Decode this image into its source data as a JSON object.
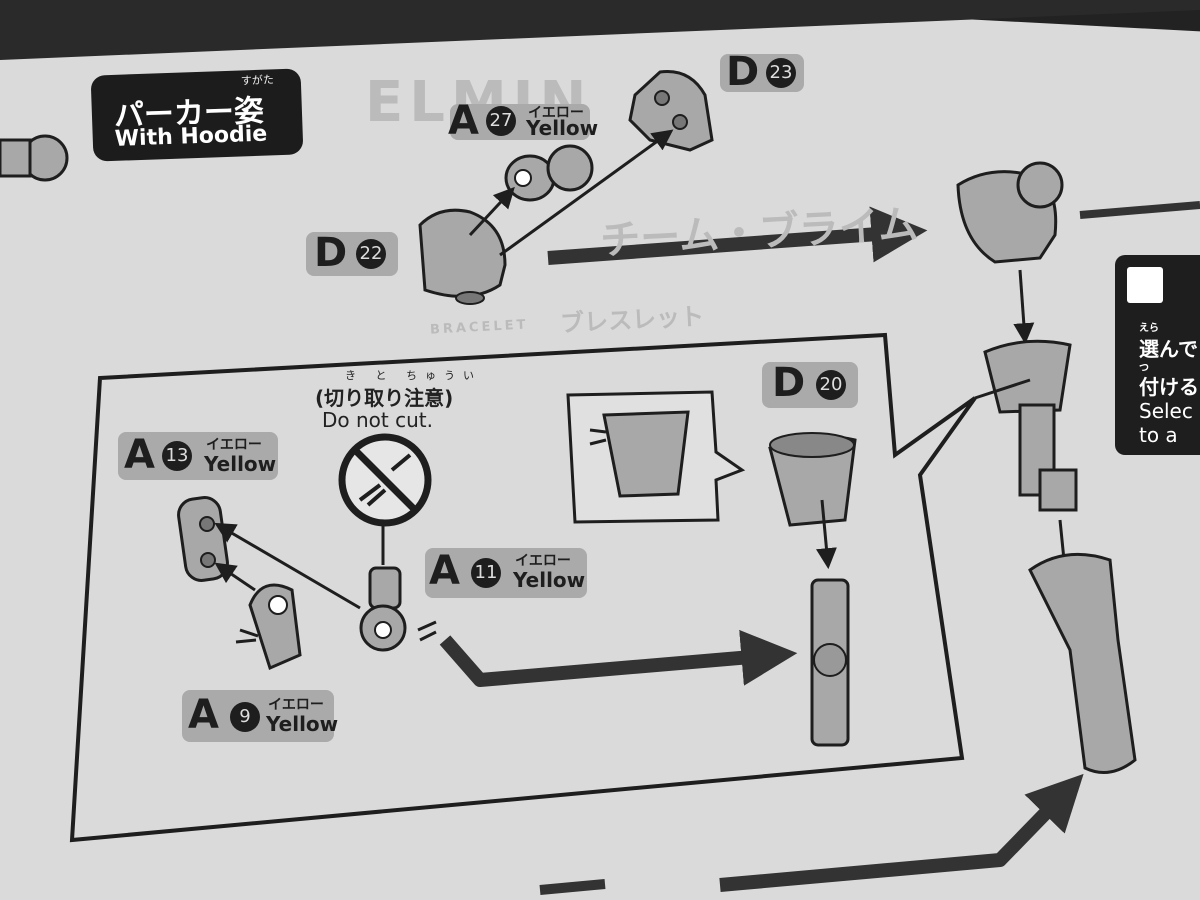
{
  "header": {
    "ruby": "すがた",
    "title_jp": "パーカー姿",
    "title_en": "With Hoodie"
  },
  "parts": {
    "a27": {
      "letter": "A",
      "number": "27",
      "color_jp": "イエロー",
      "color_en": "Yellow"
    },
    "d23": {
      "letter": "D",
      "number": "23"
    },
    "d22": {
      "letter": "D",
      "number": "22"
    },
    "d20": {
      "letter": "D",
      "number": "20"
    },
    "a13": {
      "letter": "A",
      "number": "13",
      "color_jp": "イエロー",
      "color_en": "Yellow"
    },
    "a11": {
      "letter": "A",
      "number": "11",
      "color_jp": "イエロー",
      "color_en": "Yellow"
    },
    "a9": {
      "letter": "A",
      "number": "9",
      "color_jp": "イエロー",
      "color_en": "Yellow"
    }
  },
  "caution": {
    "ruby": "き と ちゅうい",
    "jp": "(切り取り注意)",
    "en": "Do not cut."
  },
  "select_box": {
    "ruby1": "えら",
    "line1": "選んで",
    "ruby2": "つ",
    "line2": "付ける",
    "line3": "Selec",
    "line4": "to a"
  },
  "bleed": {
    "title": "チーム・ブライム",
    "sub_jp": "ブレスレット",
    "sub_en": "BRACELET",
    "logo": "ELMIN"
  },
  "colors": {
    "ink": "#1e1e1e",
    "paper": "#d9d9d9",
    "part_fill": "#a8a8a8",
    "tag_bg": "#aaaaaa"
  }
}
